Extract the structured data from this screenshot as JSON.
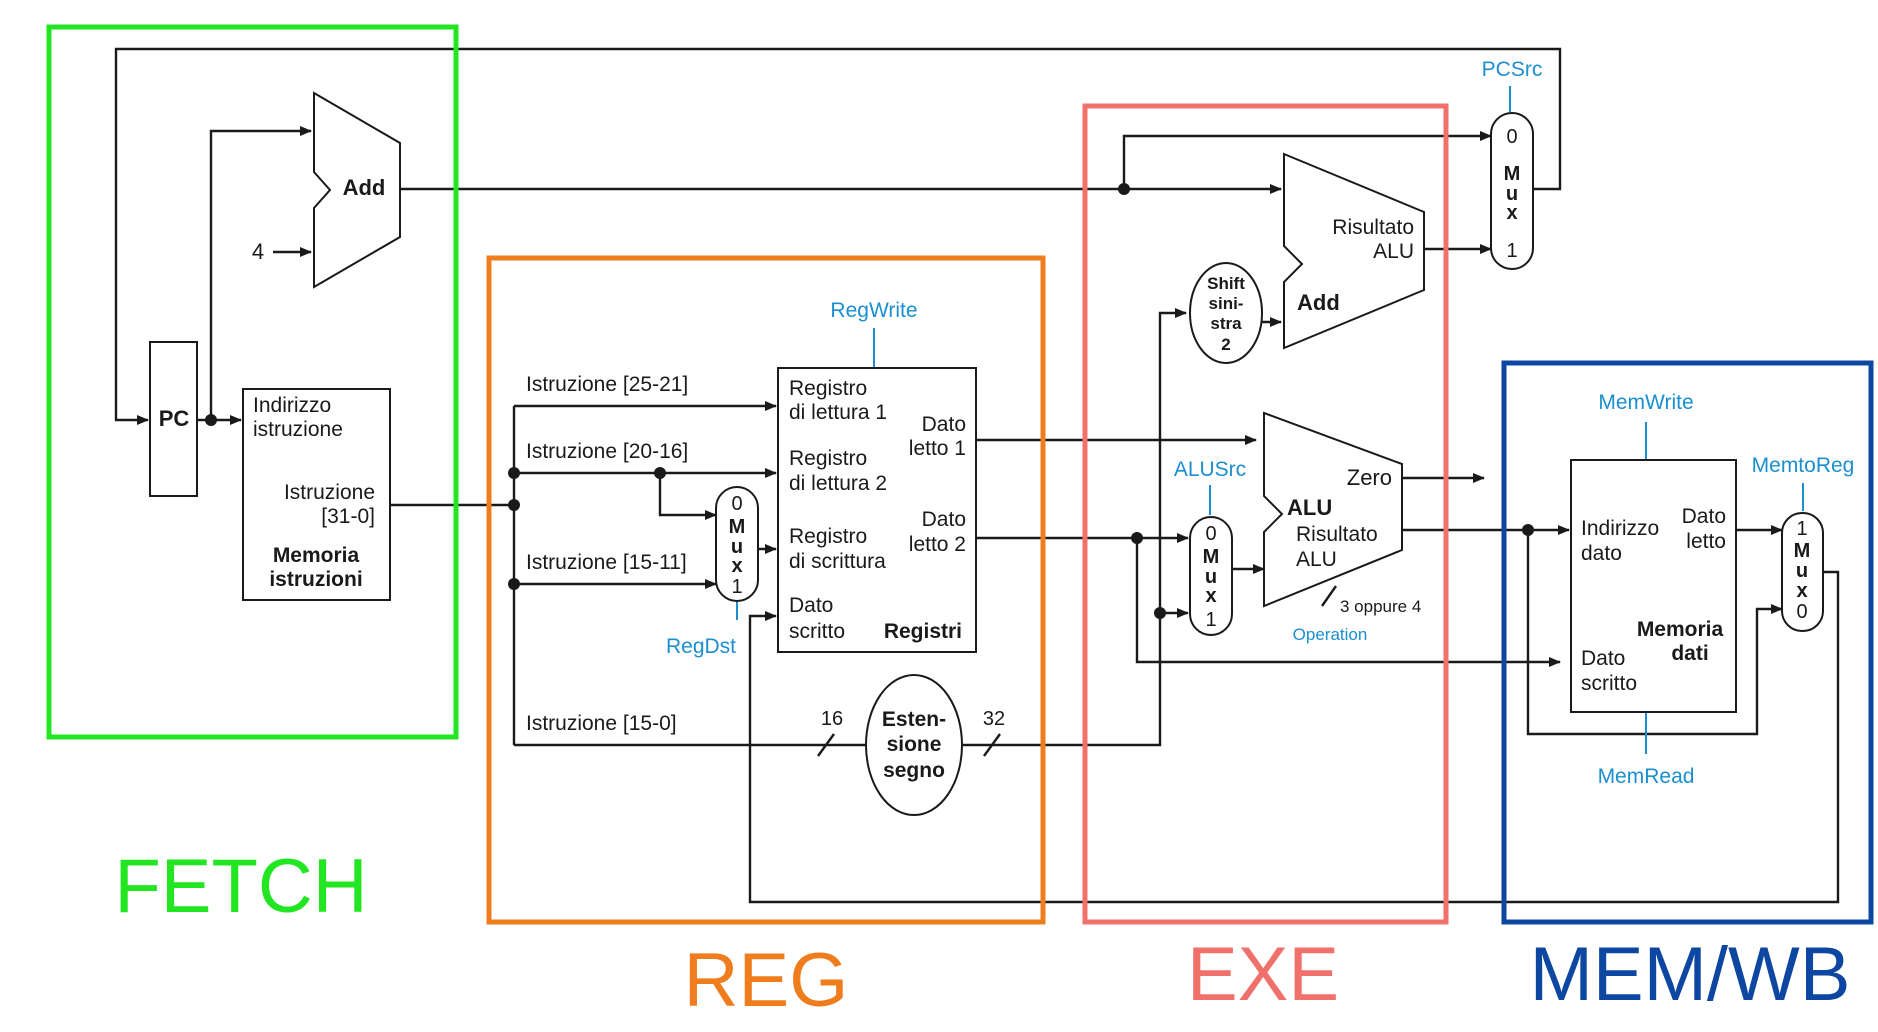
{
  "stages": {
    "fetch": {
      "label": "FETCH",
      "color": "#22e622"
    },
    "reg": {
      "label": "REG",
      "color": "#ef7d1e"
    },
    "exe": {
      "label": "EXE",
      "color": "#f0706c"
    },
    "memwb": {
      "label": "MEM/WB",
      "color": "#0d47a1"
    }
  },
  "colors": {
    "wire": "#1a1a1a",
    "control": "#1b8fd0"
  },
  "control_signals": {
    "pcsrc": "PCSrc",
    "regwrite": "RegWrite",
    "regdst": "RegDst",
    "alusrc": "ALUSrc",
    "operation": "Operation",
    "alu_op_bits": "3 oppure 4",
    "memwrite": "MemWrite",
    "memread": "MemRead",
    "memtoreg": "MemtoReg"
  },
  "fetch": {
    "pc": "PC",
    "add": "Add",
    "const4": "4",
    "imem_addr_l1": "Indirizzo",
    "imem_addr_l2": "istruzione",
    "imem_out_l1": "Istruzione",
    "imem_out_l2": "[31-0]",
    "imem_title_l1": "Memoria",
    "imem_title_l2": "istruzioni"
  },
  "reg": {
    "instr_25_21": "Istruzione [25-21]",
    "instr_20_16": "Istruzione [20-16]",
    "instr_15_11": "Istruzione [15-11]",
    "instr_15_0": "Istruzione [15-0]",
    "rr1_l1": "Registro",
    "rr1_l2": "di lettura 1",
    "rr2_l1": "Registro",
    "rr2_l2": "di lettura 2",
    "wr_l1": "Registro",
    "wr_l2": "di scrittura",
    "wd_l1": "Dato",
    "wd_l2": "scritto",
    "rd1_l1": "Dato",
    "rd1_l2": "letto 1",
    "rd2_l1": "Dato",
    "rd2_l2": "letto 2",
    "title": "Registri",
    "ext_l1": "Esten-",
    "ext_l2": "sione",
    "ext_l3": "segno",
    "bits_in": "16",
    "bits_out": "32"
  },
  "exe": {
    "shift_l1": "Shift",
    "shift_l2": "sini-",
    "shift_l3": "stra",
    "shift_l4": "2",
    "add": "Add",
    "res_l1": "Risultato",
    "res_l2": "ALU",
    "alu": "ALU",
    "zero": "Zero",
    "alu_res_l1": "Risultato",
    "alu_res_l2": "ALU"
  },
  "mem": {
    "addr_l1": "Indirizzo",
    "addr_l2": "dato",
    "rd_l1": "Dato",
    "rd_l2": "letto",
    "wd_l1": "Dato",
    "wd_l2": "scritto",
    "title_l1": "Memoria",
    "title_l2": "dati"
  },
  "mux": {
    "m": "M",
    "u": "u",
    "x": "x",
    "zero": "0",
    "one": "1"
  }
}
